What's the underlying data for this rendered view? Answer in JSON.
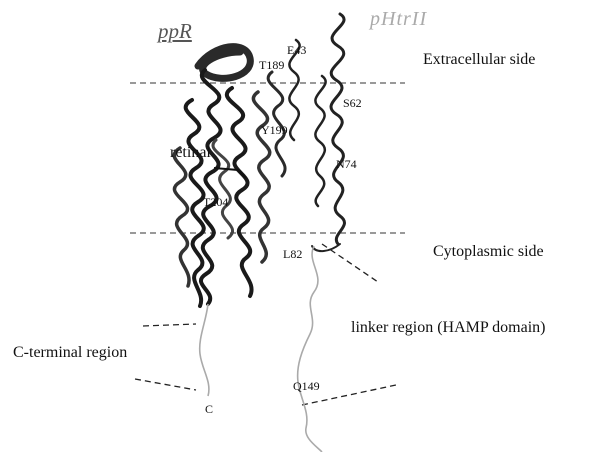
{
  "figure": {
    "titles": {
      "ppr": "ppR",
      "phtrii": "pHtrII"
    },
    "regions": {
      "extracellular": "Extracellular side",
      "cytoplasmic": "Cytoplasmic side",
      "linker": "linker region (HAMP domain)",
      "c_terminal": "C-terminal region"
    },
    "cofactor": "retinal",
    "residues": {
      "E43": "E43",
      "T189": "T189",
      "S62": "S62",
      "Y199": "Y199",
      "N74": "N74",
      "T204": "T204",
      "L82": "L82",
      "Q149": "Q149",
      "C": "C"
    }
  }
}
